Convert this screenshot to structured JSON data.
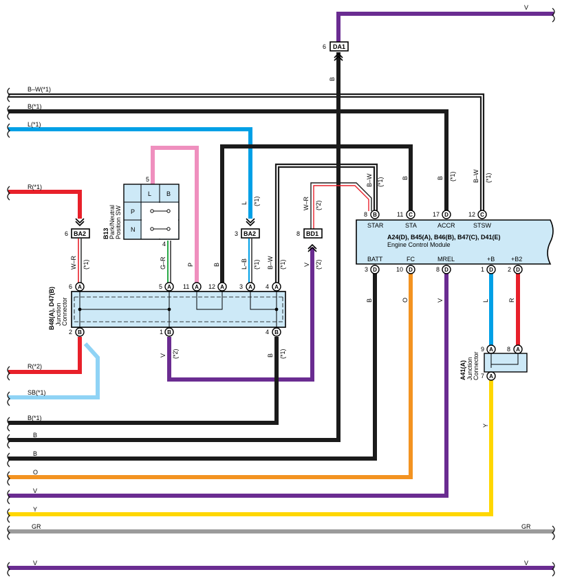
{
  "colors": {
    "black": "#1b1b1b",
    "purple": "#6a2c91",
    "blue": "#00a0e6",
    "lightblue": "#8fd3f5",
    "red": "#e8202a",
    "pink": "#ef8fbe",
    "orange": "#f39321",
    "yellow": "#ffd700",
    "gray": "#9b9b9b",
    "green": "#27a845",
    "panel": "#cde9f7"
  },
  "wires": {
    "top_v": "V",
    "top_v_code": "B",
    "bw1": "B–W(*1)",
    "b1a": "B(*1)",
    "l1": "L(*1)",
    "r1": "R(*1)",
    "r2": "R(*2)",
    "sb1": "SB(*1)",
    "b1b": "B(*1)",
    "b_a": "B",
    "b_b": "B",
    "o": "O",
    "v": "V",
    "y": "Y",
    "gr_left": "GR",
    "gr_right": "GR",
    "v_bottom_left": "V",
    "v_bottom_right": "V"
  },
  "vert_labels": {
    "wr_left": "W–R",
    "star1": "(*1)",
    "gr": "G–R",
    "p": "P",
    "b_mid": "B",
    "l_top": "L",
    "l_top1": "(*1)",
    "lb": "L–B",
    "lb1": "(*1)",
    "bw_mid": "B–W",
    "bw_mid1": "(*1)",
    "wr_right": "W–R",
    "wr_right2": "(*2)",
    "v_bd1": "V",
    "v_bd1_2": "(*2)",
    "bw_top": "B–W",
    "bw_top1": "(*1)",
    "b_sta": "B",
    "b_accr": "B",
    "b_accr1": "(*1)",
    "bw_stsw": "B–W",
    "bw_stsw1": "(*1)",
    "b_batt": "B",
    "o_fc": "O",
    "v_mrel": "V",
    "l_b": "L",
    "r_b2": "R",
    "y_a41": "Y",
    "v_lower": "V",
    "v_lower2": "(*2)",
    "b_lower": "B",
    "b_lower1": "(*1)"
  },
  "connectors": {
    "da1": "DA1",
    "da1_pin": "6",
    "ba2_left": "BA2",
    "ba2_left_pin": "6",
    "ba2_right": "BA2",
    "ba2_right_pin": "3",
    "bd1": "BD1",
    "bd1_pin": "8"
  },
  "ecm": {
    "title": "A24(D), B45(A), B46(B), B47(C), D41(E)",
    "subtitle": "Engine Control Module",
    "top_pins": [
      {
        "num": "8",
        "letter": "B",
        "label": "STAR"
      },
      {
        "num": "11",
        "letter": "C",
        "label": "STA"
      },
      {
        "num": "17",
        "letter": "D",
        "label": "ACCR"
      },
      {
        "num": "12",
        "letter": "C",
        "label": "STSW"
      }
    ],
    "bottom_pins": [
      {
        "num": "3",
        "letter": "D",
        "label": "BATT"
      },
      {
        "num": "10",
        "letter": "D",
        "label": "FC"
      },
      {
        "num": "8",
        "letter": "D",
        "label": "MREL"
      },
      {
        "num": "1",
        "letter": "D",
        "label": "+B"
      },
      {
        "num": "2",
        "letter": "D",
        "label": "+B2"
      }
    ]
  },
  "switch": {
    "id": "B13",
    "name1": "Park/Neutral",
    "name2": "Position SW",
    "pin_top": "5",
    "pin_bottom": "4",
    "positions": [
      "L",
      "B",
      "P",
      "N"
    ]
  },
  "junction_b48": {
    "id": "B48(A), D47(B)",
    "name1": "Junction",
    "name2": "Connector",
    "top_pins": [
      {
        "num": "6",
        "letter": "A"
      },
      {
        "num": "5",
        "letter": "A"
      },
      {
        "num": "11",
        "letter": "A"
      },
      {
        "num": "12",
        "letter": "A"
      },
      {
        "num": "3",
        "letter": "A"
      },
      {
        "num": "4",
        "letter": "A"
      }
    ],
    "bottom_pins": [
      {
        "num": "2",
        "letter": "B"
      },
      {
        "num": "1",
        "letter": "B"
      },
      {
        "num": "4",
        "letter": "B"
      }
    ]
  },
  "junction_a41": {
    "id": "A41(A)",
    "name1": "Junction",
    "name2": "Connector",
    "top_pins": [
      {
        "num": "9",
        "letter": "A"
      },
      {
        "num": "8",
        "letter": "A"
      }
    ],
    "bottom_pin": {
      "num": "7",
      "letter": "A"
    }
  }
}
